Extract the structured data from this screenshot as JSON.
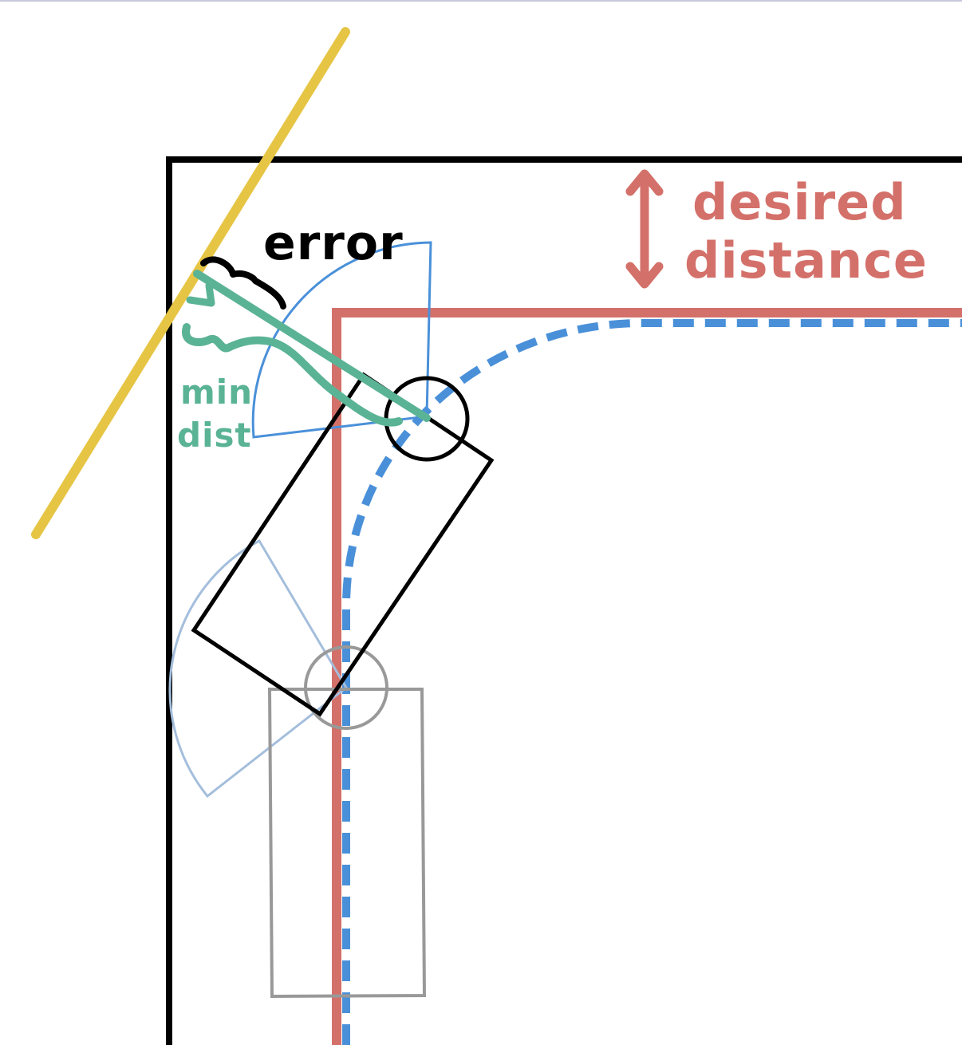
{
  "labels": {
    "error": "error",
    "desired_line1": "desired",
    "desired_line2": "distance",
    "min_line1": "min",
    "min_line2": "dist"
  },
  "colors": {
    "wall": "#000000",
    "desired_path": "#d4706a",
    "planned_path": "#4a90d9",
    "sensor_line": "#e6c545",
    "min_dist": "#5ab395",
    "robot": "#000000",
    "ghost_robot": "#999999",
    "sensor_fov": "#4a90d9",
    "ghost_fov": "#a4bedc",
    "top_border": "#c8c8dc"
  }
}
